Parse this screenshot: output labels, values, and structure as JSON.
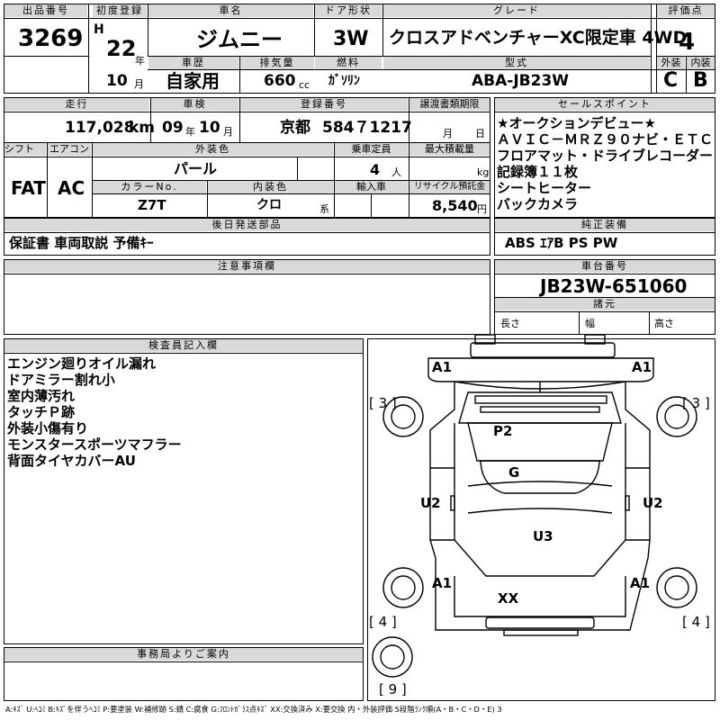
{
  "header": {
    "lot_label": "出品番号",
    "lot_no": "3269",
    "first_reg_label": "初度登録",
    "era": "H",
    "year": "22",
    "year_unit": "年",
    "month": "10",
    "month_unit": "月",
    "name_label": "車名",
    "name": "ジムニー",
    "door_label": "ドア形状",
    "door": "3W",
    "grade_label": "グレード",
    "grade": "クロスアドベンチャーXC限定車 4WD",
    "score_label": "評価点",
    "score": "4",
    "history_label": "車歴",
    "history": "自家用",
    "displacement_label": "排気量",
    "displacement": "660",
    "displacement_unit": "cc",
    "fuel_label": "燃料",
    "fuel": "ｶﾞｿﾘﾝ",
    "model_label": "型式",
    "model": "ABA-JB23W",
    "exterior_label": "外装",
    "exterior": "C",
    "interior_label": "内装",
    "interior": "B"
  },
  "row2": {
    "mileage_label": "走行",
    "mileage": "117,028",
    "mileage_unit": "km",
    "inspection_label": "車検",
    "inspection_year": "09",
    "inspection_year_unit": "年",
    "inspection_month": "10",
    "inspection_month_unit": "月",
    "reg_no_label": "登録番号",
    "reg_place": "京都",
    "reg_no": "584７1217",
    "delivery_label": "譲渡書類期限",
    "delivery_month_unit": "月",
    "delivery_day_unit": "日",
    "shift_label": "シフト",
    "shift": "FAT",
    "ac_label": "エアコン",
    "ac": "AC",
    "color_label": "外装色",
    "color": "パール",
    "capacity_label": "乗車定員",
    "capacity": "4",
    "capacity_unit": "人",
    "load_label": "最大積載量",
    "load_unit": "kg",
    "color_no_label": "カラーNo.",
    "color_no": "Z7T",
    "interior_color_label": "内装色",
    "interior_color": "クロ",
    "interior_color_unit": "系",
    "import_label": "輸入車",
    "recycle_label": "リサイクル預託金",
    "recycle": "8,540",
    "recycle_unit": "円"
  },
  "sales_points": {
    "label": "セールスポイント",
    "items": [
      "★オークションデビュー★",
      "ＡＶＩＣ－ＭＲＺ９０ナビ・ＥＴＣ",
      "フロアマット・ドライブレコーダー",
      "記録簿１１枚",
      "シートヒーター",
      "バックカメラ"
    ]
  },
  "later_parts": {
    "label": "後日発送部品",
    "value": "保証書 車両取説 予備ｷｰ"
  },
  "genuine_equipment": {
    "label": "純正装備",
    "value": "ABS ｴｱB PS PW"
  },
  "notes": {
    "label": "注意事項欄"
  },
  "chassis": {
    "label": "車台番号",
    "value": "JB23W-651060",
    "spec_label": "諸元",
    "length_label": "長さ",
    "width_label": "幅",
    "height_label": "高さ"
  },
  "inspector": {
    "label": "検査員記入欄",
    "lines": [
      "エンジン廻りオイル漏れ",
      "ドアミラー割れ小",
      "室内薄汚れ",
      "タッチＰ跡",
      "外装小傷有り",
      "モンスタースポーツマフラー",
      "背面タイヤカバーAU"
    ]
  },
  "office": {
    "label": "事務局よりご案内"
  },
  "diagram": {
    "labels": {
      "front_left": "A1",
      "front_right": "A1",
      "roof": "P2",
      "glass": "G",
      "left_side": "U2",
      "right_side": "U2",
      "floor": "U3",
      "rear_left": "A1",
      "rear_right": "A1",
      "rear": "XX",
      "tire_fl": "[ 3 ]",
      "tire_fr": "[ 3 ]",
      "tire_rl": "[ 4 ]",
      "tire_rr": "[ 4 ]",
      "spare": "[ 9 ]"
    }
  },
  "footer": {
    "legend": "A:ｷｽﾞ U:ﾍｺﾐ B:ｷｽﾞを伴うﾍｺﾐ P:要塗装 W:補修跡 S:錆 C:腐食 G:ﾌﾛﾝﾄｶﾞﾗｽ点ｷｽﾞ XX:交換済み X:要交換 内・外装評価 5段階ﾗﾝｸ順(A・B・C・D・E) 3"
  },
  "colors": {
    "header_bg": "#d9d9d9",
    "line": "#000000"
  }
}
